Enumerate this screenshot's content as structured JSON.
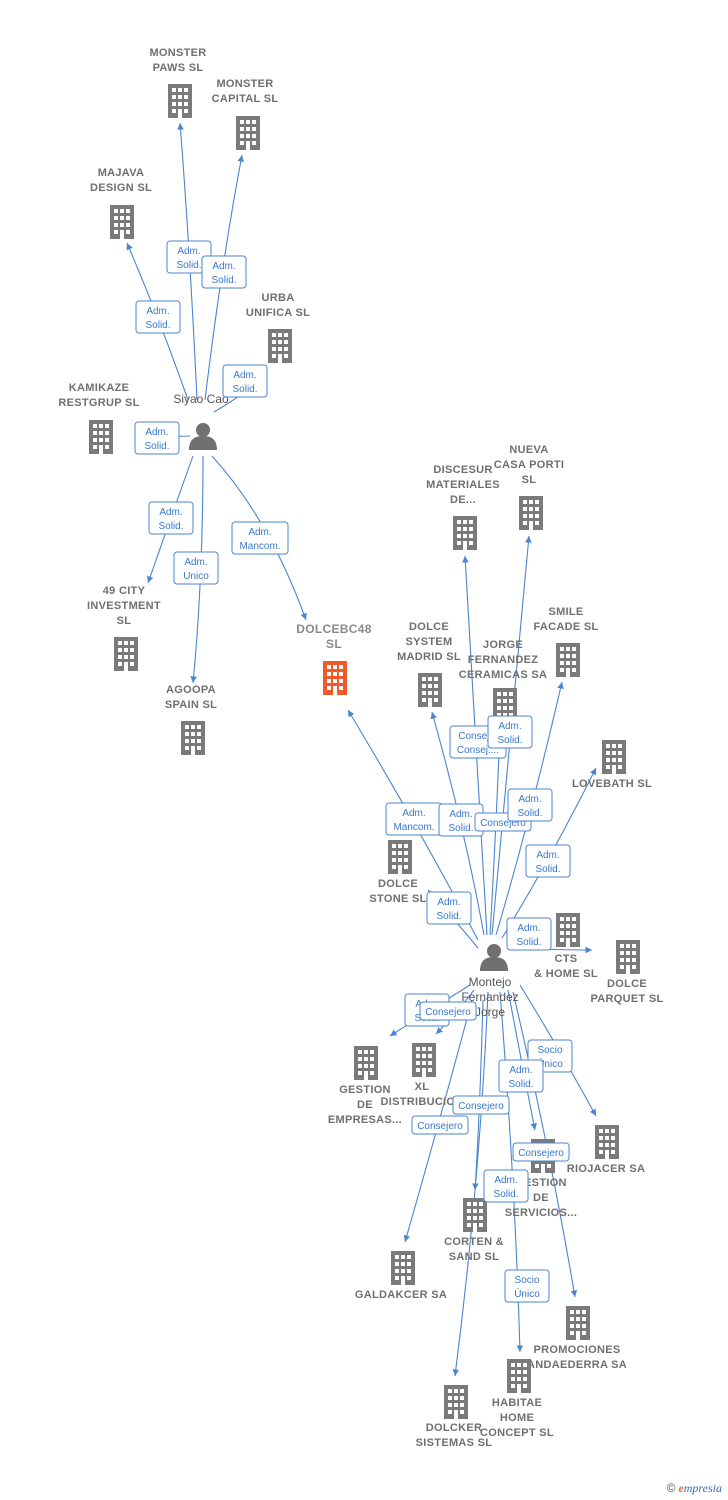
{
  "colors": {
    "edge": "#4a86d0",
    "building": "#7a7a7a",
    "main_building": "#f05a28",
    "person": "#707070"
  },
  "persons": [
    {
      "id": "siyao",
      "name": [
        "Siyao Cao"
      ]
    },
    {
      "id": "montejo",
      "name": [
        "Montejo",
        "Fernandez",
        "Jorge"
      ]
    }
  ],
  "companies": [
    {
      "id": "monster_paws",
      "name": [
        "MONSTER",
        "PAWS  SL"
      ]
    },
    {
      "id": "monster_capital",
      "name": [
        "MONSTER",
        "CAPITAL  SL"
      ]
    },
    {
      "id": "majava",
      "name": [
        "MAJAVA",
        "DESIGN  SL"
      ]
    },
    {
      "id": "urba",
      "name": [
        "URBA",
        "UNIFICA  SL"
      ]
    },
    {
      "id": "kamikaze",
      "name": [
        "KAMIKAZE",
        "RESTGRUP  SL"
      ]
    },
    {
      "id": "city49",
      "name": [
        "49 CITY",
        "INVESTMENT",
        "SL"
      ]
    },
    {
      "id": "agoopa",
      "name": [
        "AGOOPA",
        "SPAIN  SL"
      ]
    },
    {
      "id": "dolcebc48",
      "name": [
        "DOLCEBC48",
        "SL"
      ],
      "main": true
    },
    {
      "id": "discesur",
      "name": [
        "DISCESUR",
        "MATERIALES",
        "DE..."
      ]
    },
    {
      "id": "nueva_casa",
      "name": [
        "NUEVA",
        "CASA PORTI",
        "SL"
      ]
    },
    {
      "id": "dolce_system",
      "name": [
        "DOLCE",
        "SYSTEM",
        "MADRID  SL"
      ]
    },
    {
      "id": "jorge_fc",
      "name": [
        "JORGE",
        "FERNANDEZ",
        "CERAMICAS SA"
      ]
    },
    {
      "id": "smile",
      "name": [
        "SMILE",
        "FACADE  SL"
      ]
    },
    {
      "id": "lovebath",
      "name": [
        "LOVEBATH  SL"
      ]
    },
    {
      "id": "dolce_stone",
      "name": [
        "DOLCE",
        "STONE SL"
      ]
    },
    {
      "id": "cts_home",
      "name": [
        "CTS",
        "& HOME  SL"
      ]
    },
    {
      "id": "dolce_parquet",
      "name": [
        "DOLCE",
        "PARQUET SL"
      ]
    },
    {
      "id": "gestion_emp",
      "name": [
        "GESTION",
        "DE",
        "EMPRESAS..."
      ]
    },
    {
      "id": "xl_dist",
      "name": [
        "XL",
        "DISTRIBUCION"
      ]
    },
    {
      "id": "riojacer",
      "name": [
        "RIOJACER SA"
      ]
    },
    {
      "id": "gestion_serv",
      "name": [
        "GESTION",
        "DE",
        "SERVICIOS..."
      ]
    },
    {
      "id": "corten",
      "name": [
        "CORTEN &",
        "SAND  SL"
      ]
    },
    {
      "id": "galdakcer",
      "name": [
        "GALDAKCER SA"
      ]
    },
    {
      "id": "promociones",
      "name": [
        "PROMOCIONES",
        "ANDAEDERRA SA"
      ]
    },
    {
      "id": "habitae",
      "name": [
        "HABITAE",
        "HOME",
        "CONCEPT  SL"
      ]
    },
    {
      "id": "dolcker",
      "name": [
        "DOLCKER",
        "SISTEMAS  SL"
      ]
    }
  ],
  "relations": [
    {
      "from": "siyao",
      "to": "monster_paws",
      "label": [
        "Adm.",
        "Solid."
      ]
    },
    {
      "from": "siyao",
      "to": "monster_capital",
      "label": [
        "Adm.",
        "Solid."
      ]
    },
    {
      "from": "siyao",
      "to": "majava",
      "label": [
        "Adm.",
        "Solid."
      ]
    },
    {
      "from": "siyao",
      "to": "urba",
      "label": [
        "Adm.",
        "Solid."
      ]
    },
    {
      "from": "siyao",
      "to": "kamikaze",
      "label": [
        "Adm.",
        "Solid."
      ]
    },
    {
      "from": "siyao",
      "to": "city49",
      "label": [
        "Adm.",
        "Solid."
      ]
    },
    {
      "from": "siyao",
      "to": "agoopa",
      "label": [
        "Adm.",
        "Unico"
      ]
    },
    {
      "from": "siyao",
      "to": "dolcebc48",
      "label": [
        "Adm.",
        "Mancom."
      ]
    },
    {
      "from": "montejo",
      "to": "dolcebc48",
      "label": [
        "Adm.",
        "Mancom."
      ]
    },
    {
      "from": "montejo",
      "to": "dolce_system",
      "label": [
        "Adm.",
        "Solid."
      ]
    },
    {
      "from": "montejo",
      "to": "discesur",
      "label": [
        "Consej. .",
        "Consej...."
      ]
    },
    {
      "from": "montejo",
      "to": "jorge_fc",
      "label": [
        "Consejero"
      ]
    },
    {
      "from": "montejo",
      "to": "nueva_casa",
      "label": [
        "Adm.",
        "Solid."
      ]
    },
    {
      "from": "montejo",
      "to": "smile",
      "label": [
        "Adm.",
        "Solid."
      ]
    },
    {
      "from": "montejo",
      "to": "lovebath",
      "label": [
        "Adm.",
        "Solid."
      ]
    },
    {
      "from": "montejo",
      "to": "dolce_stone",
      "label": [
        "Adm.",
        "Solid."
      ]
    },
    {
      "from": "montejo",
      "to": "cts_home",
      "label": [
        "Adm.",
        "Solid."
      ]
    },
    {
      "from": "montejo",
      "to": "gestion_emp",
      "label": [
        "Adm.",
        "Solid."
      ]
    },
    {
      "from": "montejo",
      "to": "xl_dist",
      "label": [
        "Consejero"
      ]
    },
    {
      "from": "montejo",
      "to": "riojacer",
      "label": [
        "Socio",
        "Único"
      ]
    },
    {
      "from": "montejo",
      "to": "gestion_serv",
      "label": [
        "Adm.",
        "Solid."
      ]
    },
    {
      "from": "montejo",
      "to": "galdakcer",
      "label": [
        "Consejero"
      ]
    },
    {
      "from": "montejo",
      "to": "corten",
      "label": [
        "Consejero"
      ]
    },
    {
      "from": "montejo",
      "to": "promociones",
      "label": [
        "Consejero"
      ]
    },
    {
      "from": "montejo",
      "to": "habitae",
      "label": [
        "Socio",
        "Único"
      ]
    },
    {
      "from": "montejo",
      "to": "dolcker",
      "label": [
        "Adm.",
        "Solid."
      ]
    }
  ],
  "footer": {
    "copyright": "©",
    "brand_initial": "e",
    "brand_rest": "mpresia"
  }
}
